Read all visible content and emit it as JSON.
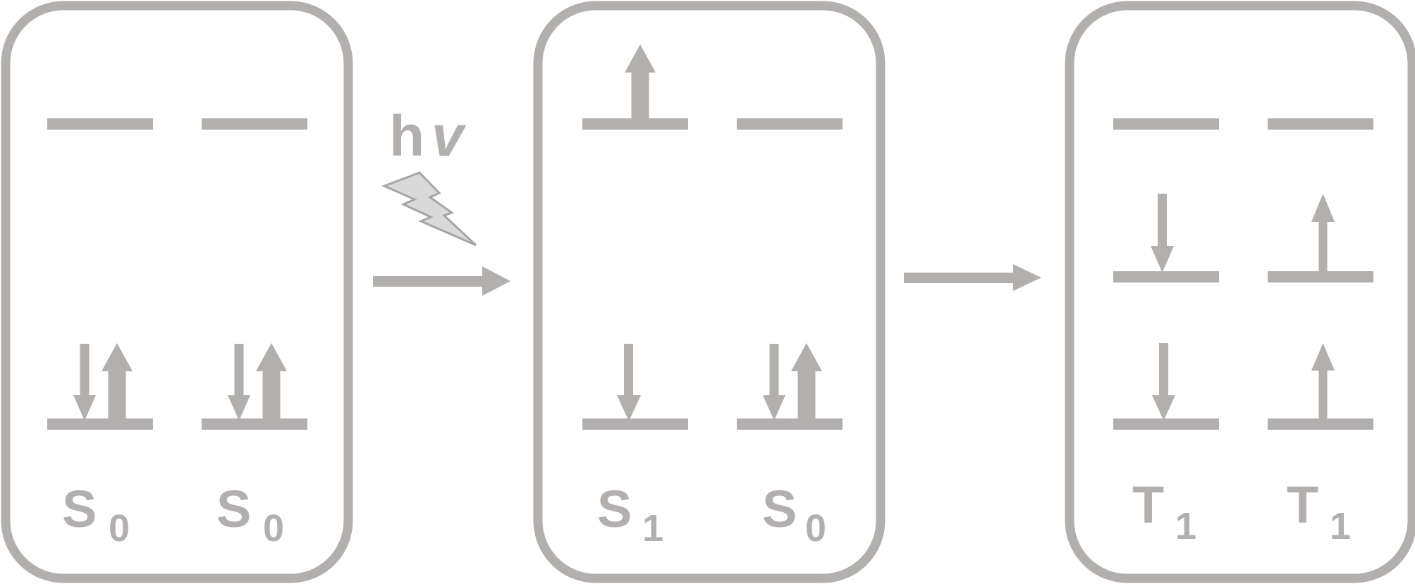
{
  "colors": {
    "stroke": "#b2afae",
    "lightning_fill": "#d9d9d9",
    "lightning_edge": "#a6a6a6",
    "background": "#ffffff"
  },
  "light": {
    "symbol": "hv",
    "h": "h",
    "v": "v",
    "icon": "lightning-bolt"
  },
  "panels": [
    {
      "name": "ground-state-panel",
      "molecules": [
        {
          "name": "left-molecule",
          "label": {
            "main": "S",
            "sub": "0"
          },
          "upper_level": {
            "spins": []
          },
          "lower_level": {
            "spins": [
              "down",
              "up"
            ]
          }
        },
        {
          "name": "right-molecule",
          "label": {
            "main": "S",
            "sub": "0"
          },
          "upper_level": {
            "spins": []
          },
          "lower_level": {
            "spins": [
              "down",
              "up"
            ]
          }
        }
      ]
    },
    {
      "name": "excited-singlet-panel",
      "molecules": [
        {
          "name": "left-molecule",
          "label": {
            "main": "S",
            "sub": "1"
          },
          "upper_level": {
            "spins": [
              "up"
            ]
          },
          "lower_level": {
            "spins": [
              "down"
            ]
          }
        },
        {
          "name": "right-molecule",
          "label": {
            "main": "S",
            "sub": "0"
          },
          "upper_level": {
            "spins": []
          },
          "lower_level": {
            "spins": [
              "down",
              "up"
            ]
          }
        }
      ]
    },
    {
      "name": "triplet-pair-panel",
      "molecules": [
        {
          "name": "left-molecule",
          "label": {
            "main": "T",
            "sub": "1"
          },
          "upper_level": {
            "spins": []
          },
          "middle_level": {
            "spins": [
              "down"
            ]
          },
          "lower_level": {
            "spins": [
              "down"
            ]
          }
        },
        {
          "name": "right-molecule",
          "label": {
            "main": "T",
            "sub": "1"
          },
          "upper_level": {
            "spins": []
          },
          "middle_level": {
            "spins": [
              "up"
            ]
          },
          "lower_level": {
            "spins": [
              "up"
            ]
          }
        }
      ]
    }
  ],
  "transitions": [
    {
      "name": "photoexcitation-arrow",
      "from": "ground-state-panel",
      "to": "excited-singlet-panel",
      "with_light": true
    },
    {
      "name": "fission-arrow",
      "from": "excited-singlet-panel",
      "to": "triplet-pair-panel",
      "with_light": false
    }
  ]
}
